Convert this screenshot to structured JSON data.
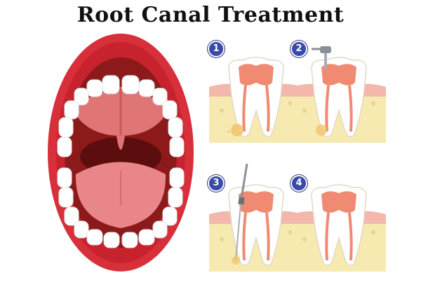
{
  "title": "Root Canal Treatment",
  "steps": [
    {
      "number": "1"
    },
    {
      "number": "2"
    },
    {
      "number": "3"
    },
    {
      "number": "4"
    }
  ],
  "colors": {
    "lip": "#d8303a",
    "tongue": "#e9868a",
    "throat": "#7a1414",
    "teeth": "#ffffff",
    "bone": "#f6eab0",
    "gum": "#f4b7ac",
    "pulp": "#f08a72",
    "badge": "#3a4aa8",
    "instrument": "#8b8f98"
  }
}
